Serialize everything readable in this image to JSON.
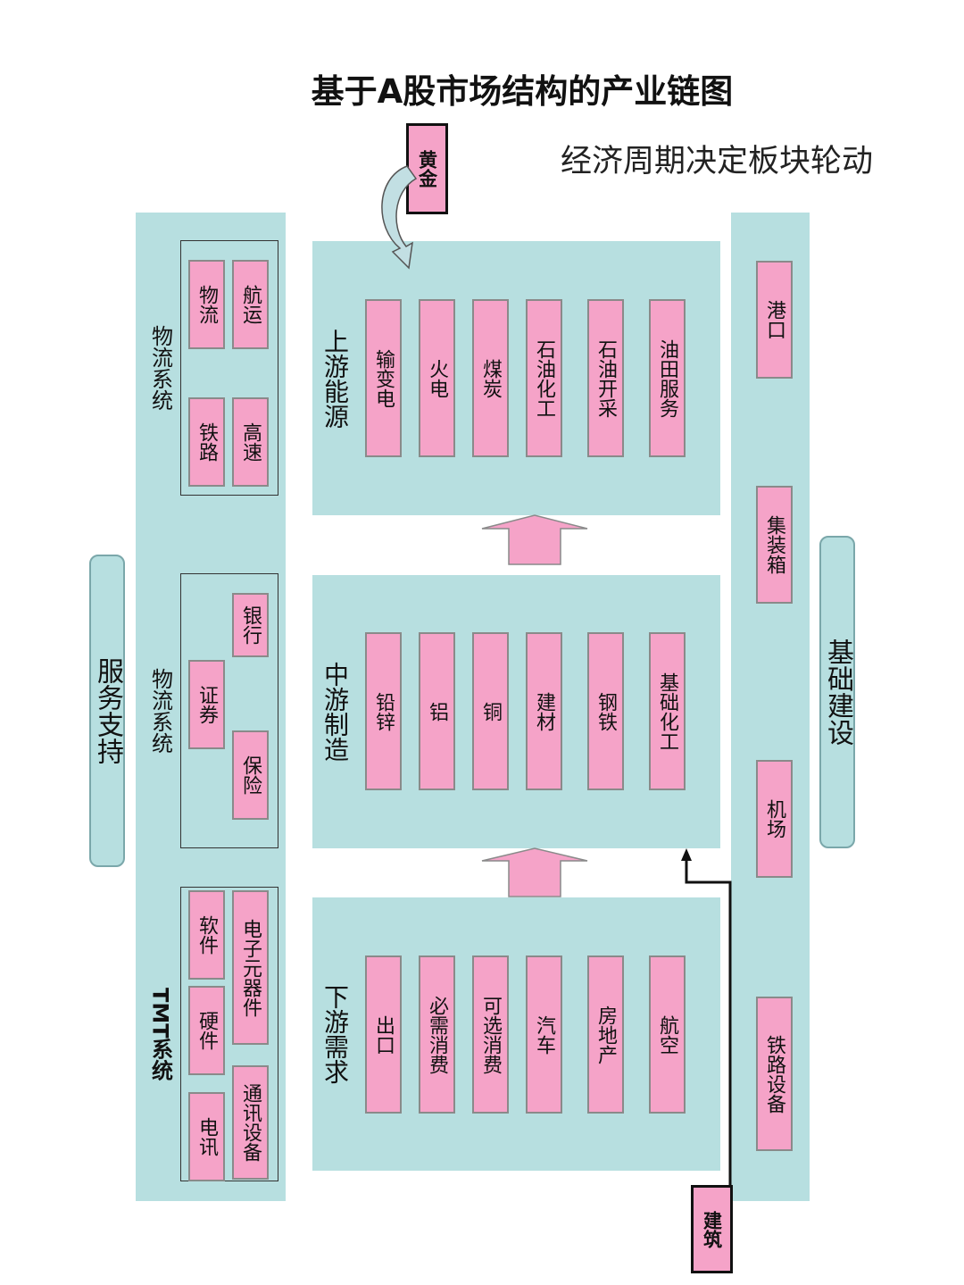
{
  "title": "基于A股市场结构的产业链图",
  "subtitle": "经济周期决定板块轮动",
  "tags": {
    "gold": "黄金",
    "construction": "建筑"
  },
  "left_label": "服务支持",
  "right_label": "基础建设",
  "left_groups": [
    {
      "label": "物流系统",
      "items": [
        "航运",
        "物流",
        "高速",
        "铁路"
      ]
    },
    {
      "label": "物流系统",
      "items": [
        "银行",
        "证券",
        "保险"
      ]
    },
    {
      "label": "TMT系统",
      "items": [
        "电子元器件",
        "软件",
        "硬件",
        "通讯设备",
        "电讯"
      ]
    }
  ],
  "sections": [
    {
      "label": "上游能源",
      "items": [
        "输变电",
        "火电",
        "煤炭",
        "石油化工",
        "石油开采",
        "油田服务"
      ]
    },
    {
      "label": "中游制造",
      "items": [
        "铅锌",
        "铝",
        "铜",
        "建材",
        "钢铁",
        "基础化工"
      ]
    },
    {
      "label": "下游需求",
      "items": [
        "出口",
        "必需消费",
        "可选消费",
        "汽车",
        "房地产",
        "航空"
      ]
    }
  ],
  "right_items": [
    "港口",
    "集装箱",
    "机场",
    "铁路设备"
  ],
  "colors": {
    "panel": "#b7dfe0",
    "box": "#f5a3c8",
    "border": "#8a8a8a"
  }
}
